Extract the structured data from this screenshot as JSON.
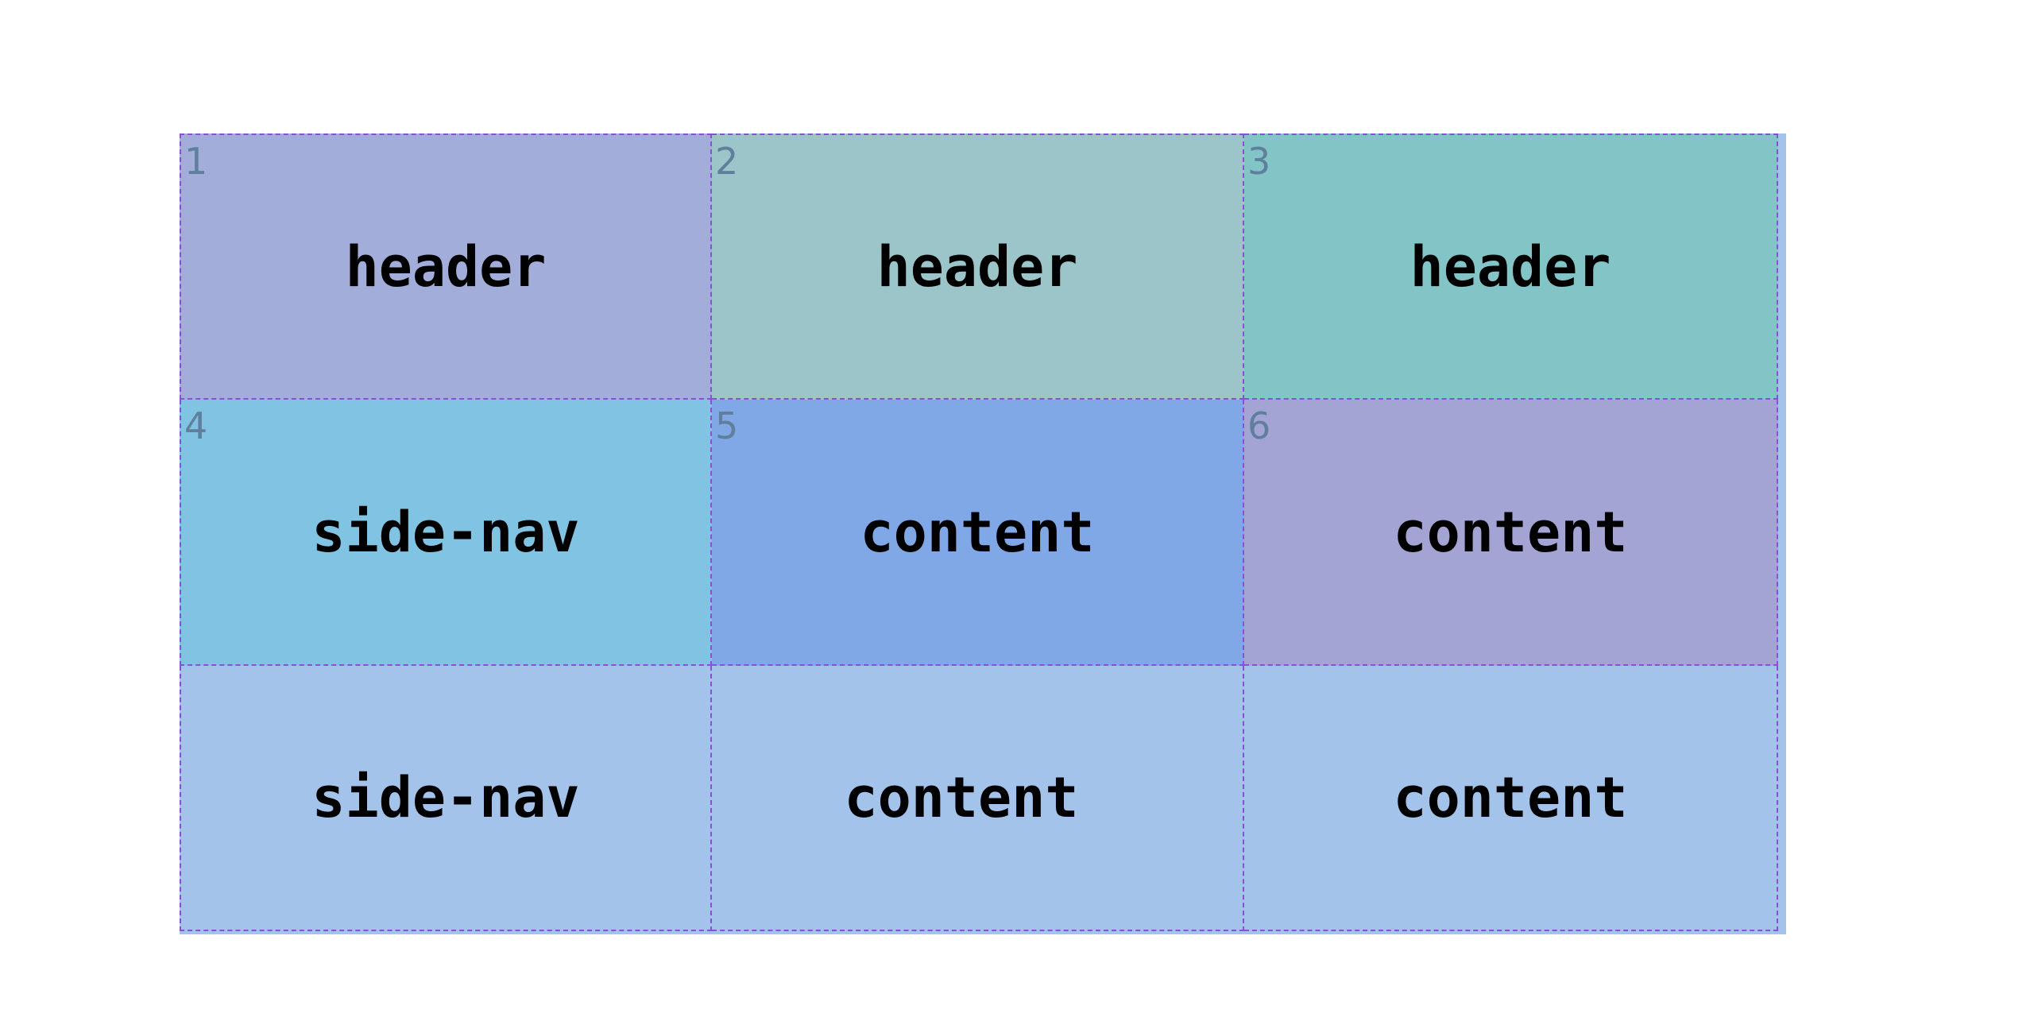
{
  "cells": [
    {
      "label": "header",
      "number": "1",
      "color": "#a2aed9"
    },
    {
      "label": "header",
      "number": "2",
      "color": "#9bc5c9"
    },
    {
      "label": "header",
      "number": "3",
      "color": "#83c5c7"
    },
    {
      "label": "side-nav",
      "number": "4",
      "color": "#80c3e2"
    },
    {
      "label": "content",
      "number": "5",
      "color": "#80a8e6"
    },
    {
      "label": "content",
      "number": "6",
      "color": "#a3a4d4"
    },
    {
      "label": "side-nav",
      "number": "",
      "color": "#a3c3ea"
    },
    {
      "label": "content",
      "number": "",
      "color": "#a3c3ea"
    },
    {
      "label": "content",
      "number": "",
      "color": "#a3c3ea"
    }
  ],
  "colors": {
    "grid_line": "#8a4fd8",
    "backdrop": "#a3c3ea",
    "number_text": "#5f7f9c"
  }
}
